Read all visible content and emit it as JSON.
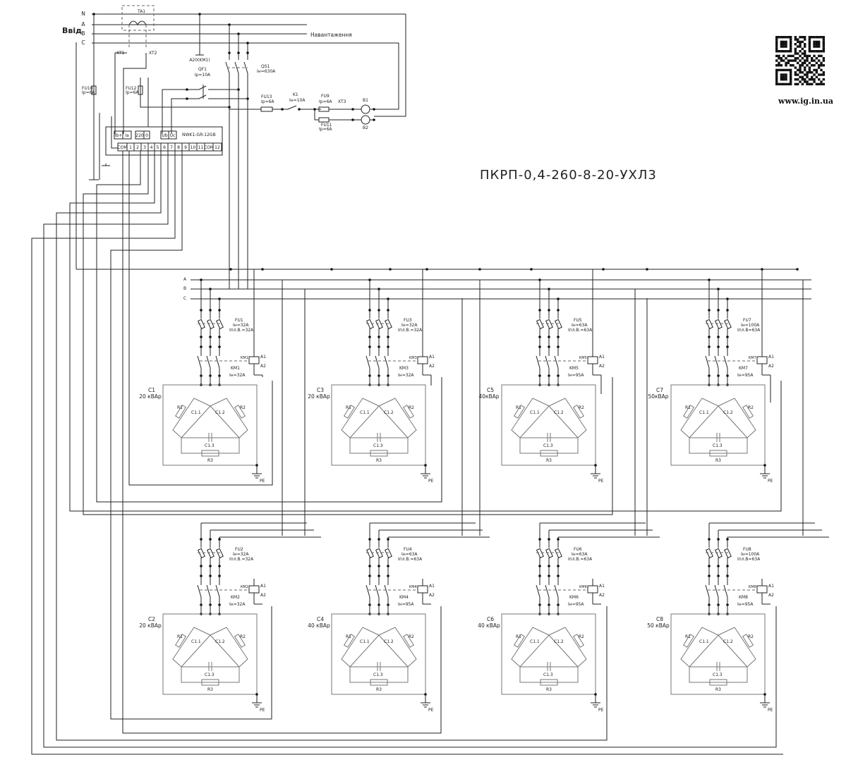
{
  "title": "ПКРП-0,4-260-8-20-УХЛ3",
  "website": "www.ig.in.ua",
  "input_label": "Ввід",
  "load_label": "Навантаження",
  "phases_top": [
    "N",
    "A",
    "B",
    "C"
  ],
  "phases_bus": [
    "A",
    "B",
    "C"
  ],
  "components": {
    "ta1": "TA1",
    "xt1": "XT1",
    "xt2": "XT2",
    "xt3": "XT3",
    "a20": "A20(KM1)",
    "qf1": {
      "name": "QF1",
      "rating": "Ip=10A"
    },
    "qs1": {
      "name": "QS1",
      "rating": "Iн=630A"
    },
    "fu10": {
      "name": "FU10",
      "rating": "Ip=6A"
    },
    "fu12": {
      "name": "FU12",
      "rating": "Ip=6A"
    },
    "fu13": {
      "name": "FU13",
      "rating": "Ip=6A"
    },
    "k1": {
      "name": "K1",
      "rating": "Iн=10A"
    },
    "fu9": {
      "name": "FU9",
      "rating": "Ip=6A"
    },
    "fu11": {
      "name": "FU11",
      "rating": "Ip=6A"
    },
    "b1": "B1",
    "b2": "B2",
    "controller": {
      "model": "NWK1-GR-12GB",
      "inputs": [
        "Ib+",
        "Ia",
        "220",
        "0",
        "Ub",
        "Uc"
      ],
      "pins": [
        "COM",
        "1",
        "2",
        "3",
        "4",
        "5",
        "6",
        "7",
        "8",
        "9",
        "10",
        "11",
        "COM",
        "12"
      ]
    }
  },
  "module_parts": {
    "r1": "R1",
    "r2": "R2",
    "r3": "R3",
    "c11": "C1.1",
    "c12": "C1.2",
    "c13": "C1.3",
    "a1": "A1",
    "a2": "A2",
    "pe": "PE"
  },
  "modules": [
    {
      "cap": "C1",
      "power": "20 кВАр",
      "fuse": "FU1",
      "fuse_in": "Iн=32А",
      "fuse_ins": "Iпл.В.=32А",
      "km": "KM1",
      "km_in": "Iн=32А"
    },
    {
      "cap": "C3",
      "power": "20 кВАр",
      "fuse": "FU3",
      "fuse_in": "Iн=32А",
      "fuse_ins": "Iпл.В.=32А",
      "km": "KM3",
      "km_in": "Iн=32А"
    },
    {
      "cap": "C5",
      "power": "40кВАр",
      "fuse": "FU5",
      "fuse_in": "Iн=63А",
      "fuse_ins": "Iпл.В.=63А",
      "km": "KM5",
      "km_in": "Iн=95А"
    },
    {
      "cap": "C7",
      "power": "50кВАр",
      "fuse": "FU7",
      "fuse_in": "Iн=100А",
      "fuse_ins": "Iпл.В=63А",
      "km": "KM7",
      "km_in": "Iн=95А"
    },
    {
      "cap": "C2",
      "power": "20 кВАр",
      "fuse": "FU2",
      "fuse_in": "Iн=32А",
      "fuse_ins": "Iпл.В.=32А",
      "km": "KM2",
      "km_in": "Iн=32А"
    },
    {
      "cap": "C4",
      "power": "40 кВАр",
      "fuse": "FU4",
      "fuse_in": "Iн=63А",
      "fuse_ins": "Iпл.В.=63А",
      "km": "KM4",
      "km_in": "Iн=95А"
    },
    {
      "cap": "C6",
      "power": "40 кВАр",
      "fuse": "FU6",
      "fuse_in": "Iн=63А",
      "fuse_ins": "Iпл.В.=63А",
      "km": "KM6",
      "km_in": "Iн=95А"
    },
    {
      "cap": "C8",
      "power": "50 кВАр",
      "fuse": "FU8",
      "fuse_in": "Iн=100А",
      "fuse_ins": "Iпл.В=63А",
      "km": "KM8",
      "km_in": "Iн=95А"
    }
  ]
}
